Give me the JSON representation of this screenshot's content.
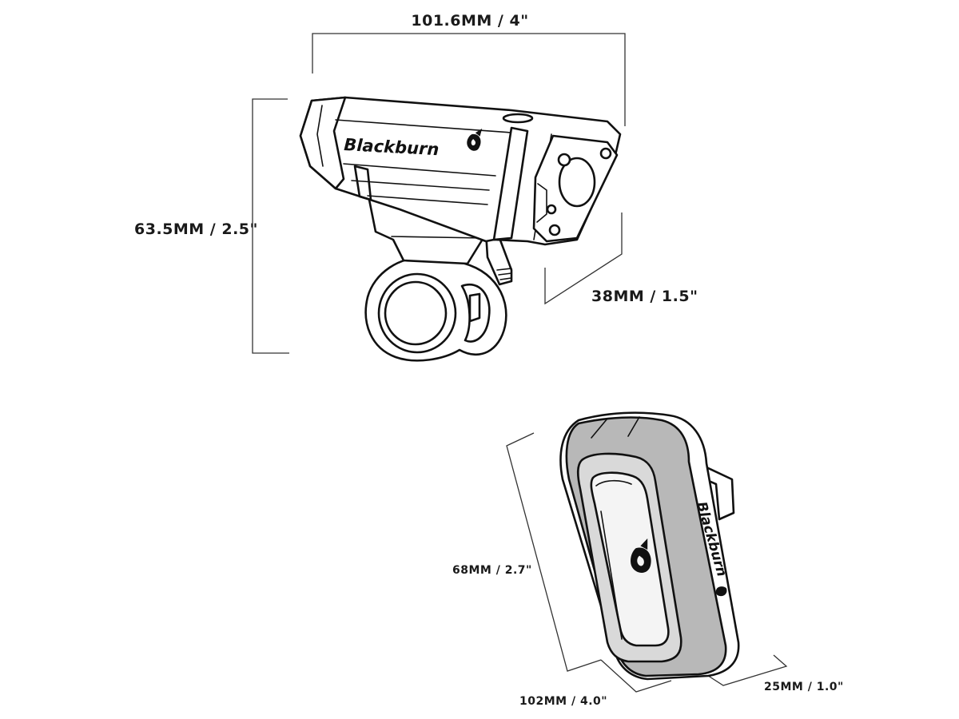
{
  "front_light": {
    "brand": "Blackburn",
    "width_label": "101.6MM / 4\"",
    "height_label": "63.5MM / 2.5\"",
    "depth_label": "38MM / 1.5\""
  },
  "rear_light": {
    "brand": "Blackburn",
    "height_label": "68MM / 2.7\"",
    "width_label": "102MM / 4.0\"",
    "depth_label": "25MM / 1.0\""
  },
  "colors": {
    "ink": "#111111",
    "background": "#ffffff",
    "lens_gray": "#9a9a9a",
    "housing_gray": "#b8b8b8"
  }
}
